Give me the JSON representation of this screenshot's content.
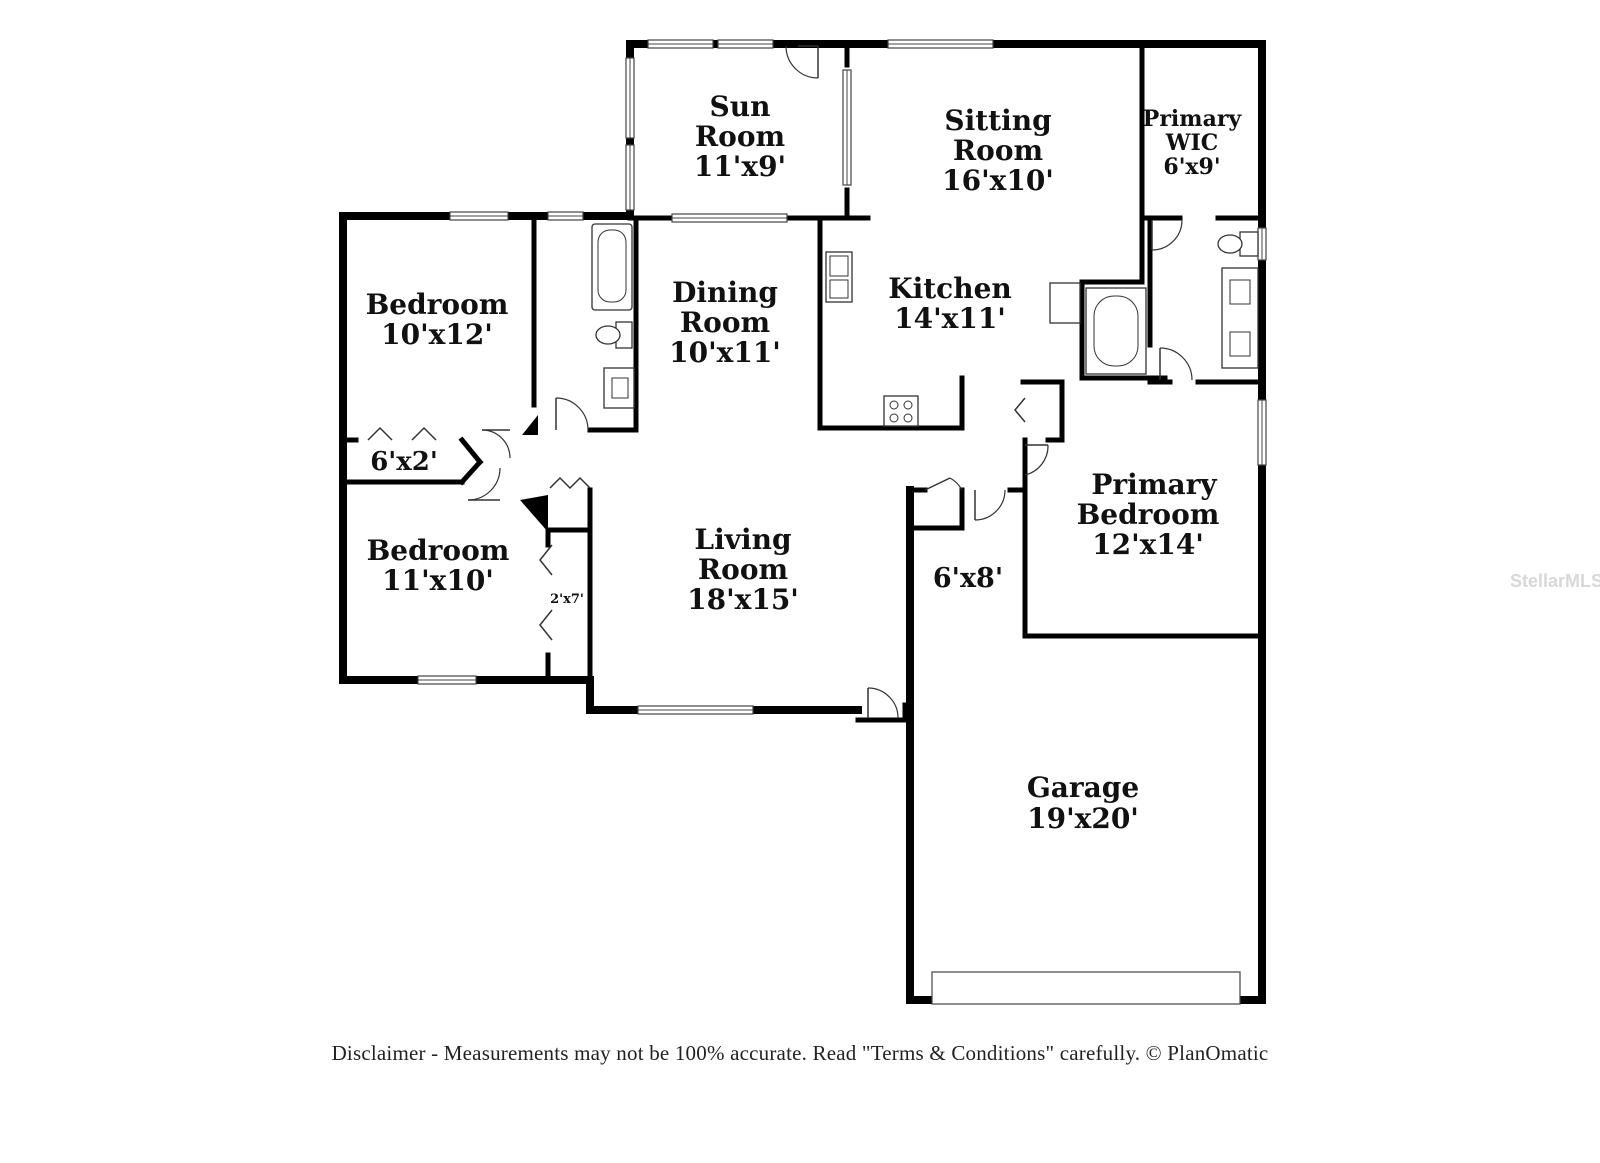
{
  "rooms": [
    {
      "name_lines": [
        "Sun",
        "Room"
      ],
      "dims": "11'x9'"
    },
    {
      "name_lines": [
        "Sitting",
        "Room"
      ],
      "dims": "16'x10'"
    },
    {
      "name_lines": [
        "Primary",
        "WIC"
      ],
      "dims": "6'x9'"
    },
    {
      "name_lines": [
        "Bedroom"
      ],
      "dims": "10'x12'"
    },
    {
      "name_lines": [
        "Dining",
        "Room"
      ],
      "dims": "10'x11'"
    },
    {
      "name_lines": [
        "Kitchen"
      ],
      "dims": "14'x11'"
    },
    {
      "name_lines": [],
      "dims": "6'x2'"
    },
    {
      "name_lines": [
        "Bedroom"
      ],
      "dims": "11'x10'"
    },
    {
      "name_lines": [],
      "dims": "2'x7'"
    },
    {
      "name_lines": [
        "Living",
        "Room"
      ],
      "dims": "18'x15'"
    },
    {
      "name_lines": [],
      "dims": "6'x8'"
    },
    {
      "name_lines": [
        "Primary",
        "Bedroom"
      ],
      "dims": "12'x14'"
    },
    {
      "name_lines": [
        "Garage"
      ],
      "dims": "19'x20'"
    }
  ],
  "disclaimer": "Disclaimer - Measurements may not be 100% accurate. Read \"Terms & Conditions\" carefully. © PlanOmatic",
  "watermark": "StellarMLS",
  "colors": {
    "wall": "#000000",
    "background": "#ffffff",
    "text": "#111111"
  }
}
